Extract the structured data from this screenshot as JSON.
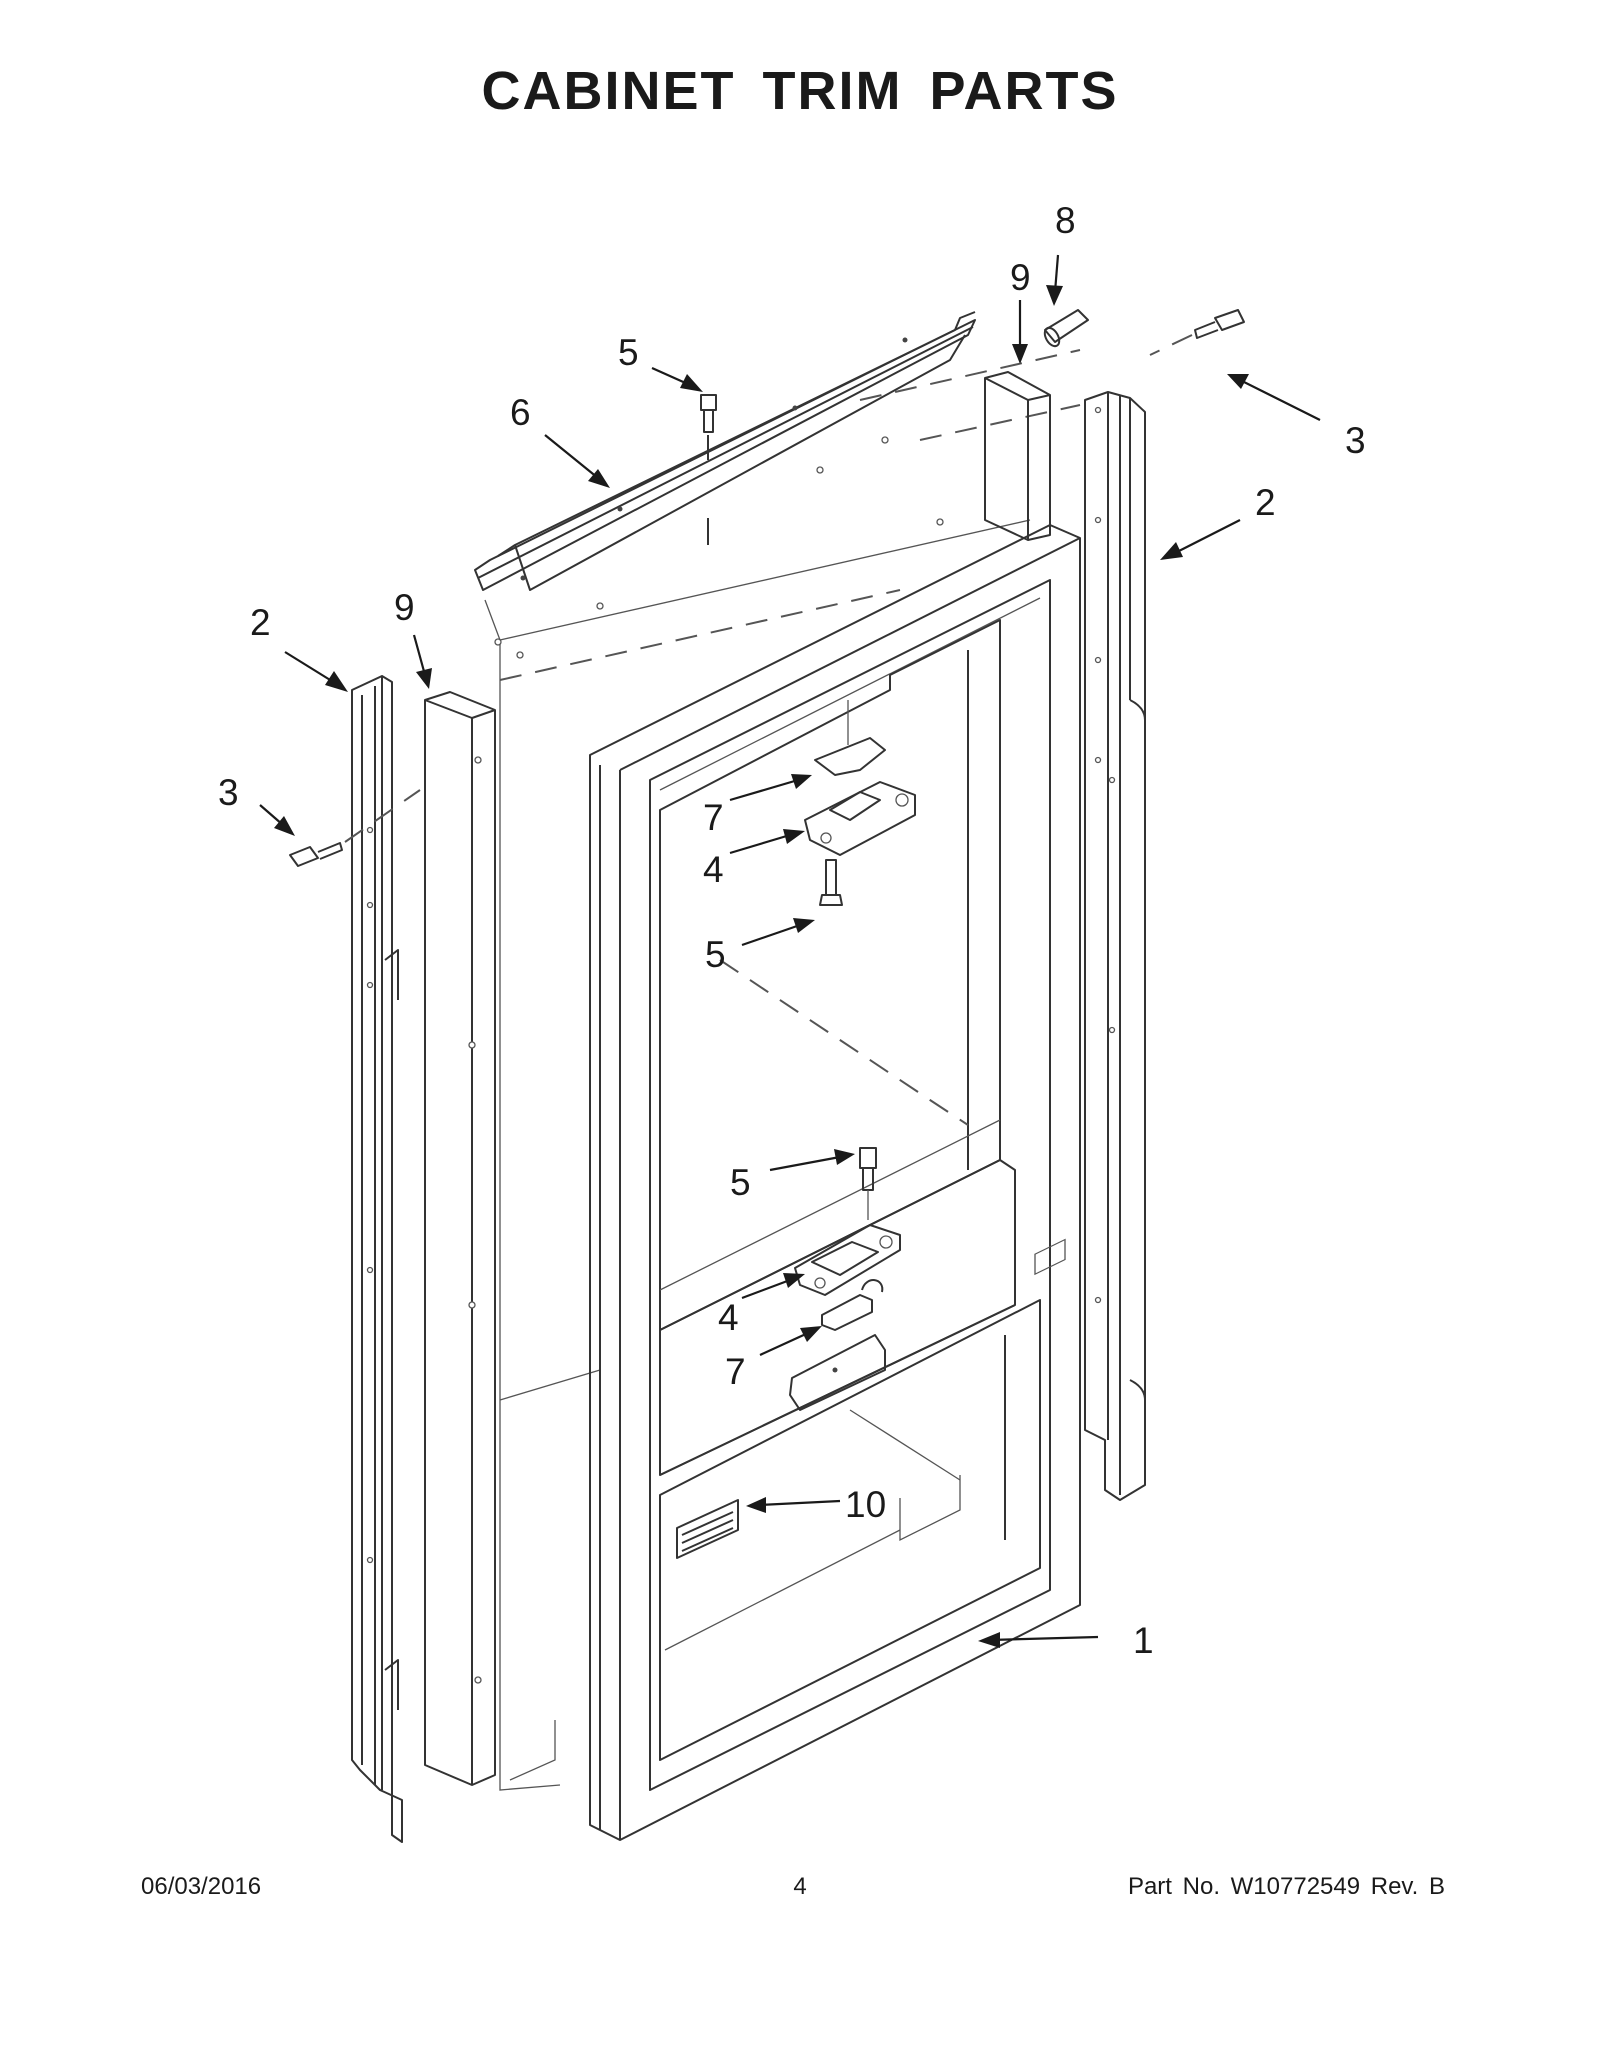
{
  "title": "CABINET TRIM PARTS",
  "callouts": {
    "c1": "1",
    "c2_left": "2",
    "c2_right": "2",
    "c3_left": "3",
    "c3_right": "3",
    "c4_upper": "4",
    "c4_lower": "4",
    "c5_top": "5",
    "c5_upper": "5",
    "c5_lower": "5",
    "c6": "6",
    "c7_upper": "7",
    "c7_lower": "7",
    "c8": "8",
    "c9_left": "9",
    "c9_right": "9",
    "c10": "10"
  },
  "footer": {
    "date": "06/03/2016",
    "page": "4",
    "part_number": "Part No.  W10772549  Rev.  B"
  }
}
